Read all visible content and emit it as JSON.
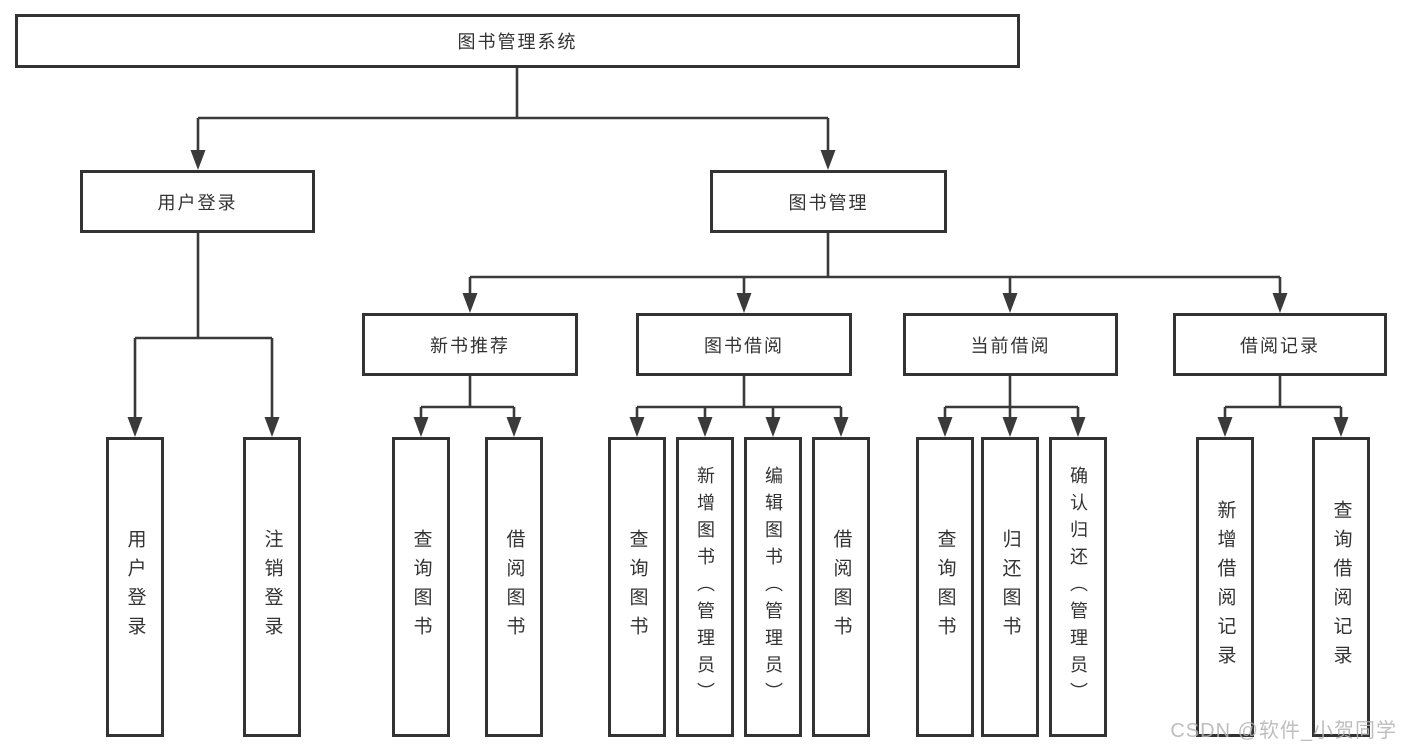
{
  "nodes": {
    "root": "图书管理系统",
    "user_login_group": "用户登录",
    "book_mgmt_group": "图书管理",
    "new_book": "新书推荐",
    "book_borrow": "图书借阅",
    "current_borrow": "当前借阅",
    "borrow_records": "借阅记录",
    "ul_login": "用户登录",
    "ul_logout": "注销登录",
    "nb_query": "查询图书",
    "nb_borrow": "借阅图书",
    "bb_query": "查询图书",
    "bb_add": "新增图书（管理员）",
    "bb_edit": "编辑图书（管理员）",
    "bb_borrow": "借阅图书",
    "cb_query": "查询图书",
    "cb_return": "归还图书",
    "cb_confirm": "确认归还（管理员）",
    "br_add": "新增借阅记录",
    "br_query": "查询借阅记录"
  },
  "watermark": "CSDN @软件_小贺同学",
  "colors": {
    "line": "#3a3a3a",
    "text": "#333333",
    "background": "#ffffff",
    "watermark": "#b3b3b3"
  }
}
